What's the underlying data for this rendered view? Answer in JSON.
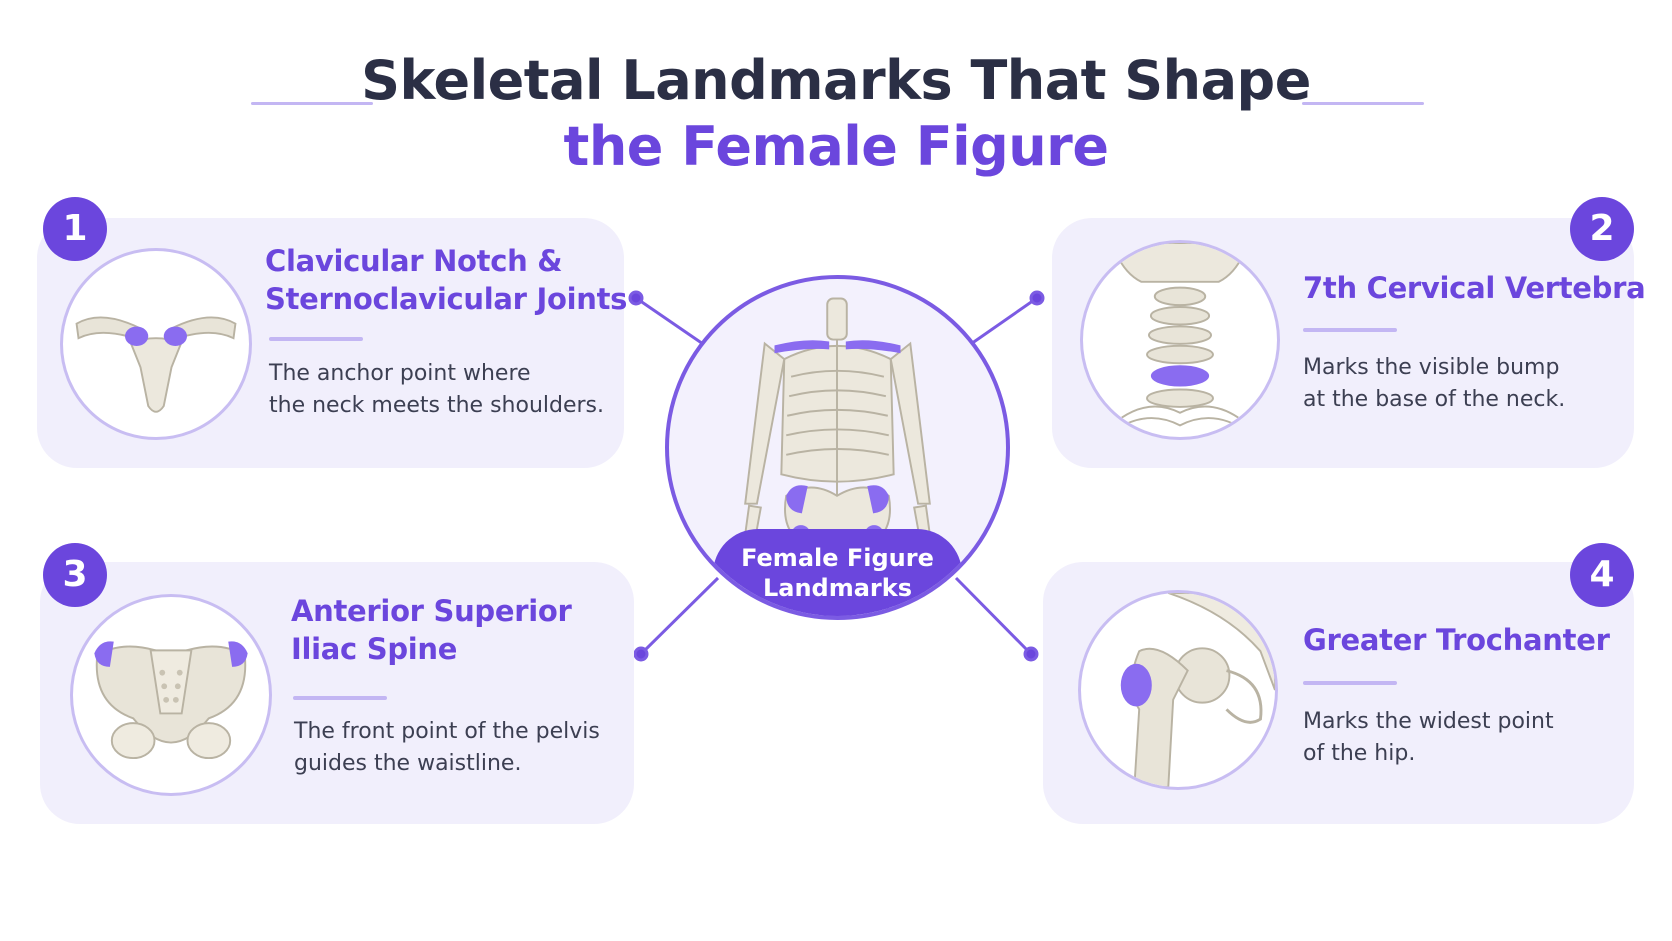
{
  "title": {
    "line1": "Skeletal Landmarks That Shape",
    "line2": "the Female Figure"
  },
  "center": {
    "label_line1": "Female Figure",
    "label_line2": "Landmarks"
  },
  "cards": [
    {
      "number": "1",
      "title_line1": "Clavicular Notch &",
      "title_line2": "Sternoclavicular Joints",
      "desc_line1": "The anchor point where",
      "desc_line2": "the neck meets the shoulders.",
      "illustration": "clavicle-icon"
    },
    {
      "number": "2",
      "title_line1": "7th Cervical Vertebra",
      "desc_line1": "Marks the visible bump",
      "desc_line2": "at the base of the neck.",
      "illustration": "spine-icon"
    },
    {
      "number": "3",
      "title_line1": "Anterior Superior",
      "title_line2": "Iliac Spine",
      "desc_line1": "The front point of the pelvis",
      "desc_line2": "guides the waistline.",
      "illustration": "pelvis-icon"
    },
    {
      "number": "4",
      "title_line1": "Greater Trochanter",
      "desc_line1": "Marks the widest point",
      "desc_line2": "of the hip.",
      "illustration": "femur-icon"
    }
  ],
  "colors": {
    "accent": "#6b46dd",
    "title_dark": "#2b2f45",
    "card_bg": "#f1effc",
    "rule": "#c3b6f3",
    "bone": "#e8e4d8",
    "highlight": "#8a6cf0"
  }
}
